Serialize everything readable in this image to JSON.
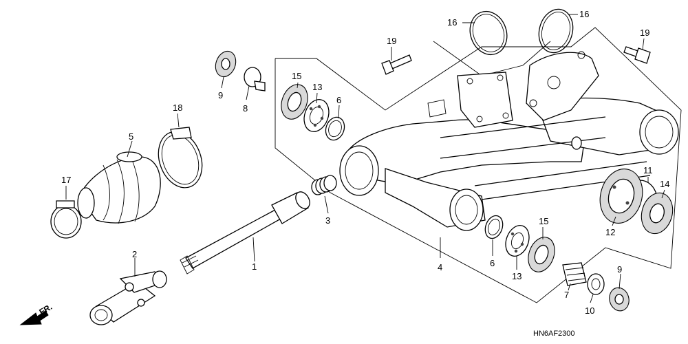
{
  "diagram": {
    "diagram_code": "HN6AF2300",
    "front_indicator": "FR.",
    "parts": [
      {
        "key": "p1",
        "number": "1"
      },
      {
        "key": "p2",
        "number": "2"
      },
      {
        "key": "p3",
        "number": "3"
      },
      {
        "key": "p4",
        "number": "4"
      },
      {
        "key": "p5",
        "number": "5"
      },
      {
        "key": "p6a",
        "number": "6"
      },
      {
        "key": "p6b",
        "number": "6"
      },
      {
        "key": "p7",
        "number": "7"
      },
      {
        "key": "p8",
        "number": "8"
      },
      {
        "key": "p9a",
        "number": "9"
      },
      {
        "key": "p9b",
        "number": "9"
      },
      {
        "key": "p10",
        "number": "10"
      },
      {
        "key": "p11",
        "number": "11"
      },
      {
        "key": "p12",
        "number": "12"
      },
      {
        "key": "p13a",
        "number": "13"
      },
      {
        "key": "p13b",
        "number": "13"
      },
      {
        "key": "p14",
        "number": "14"
      },
      {
        "key": "p15a",
        "number": "15"
      },
      {
        "key": "p15b",
        "number": "15"
      },
      {
        "key": "p16a",
        "number": "16"
      },
      {
        "key": "p16b",
        "number": "16"
      },
      {
        "key": "p17",
        "number": "17"
      },
      {
        "key": "p18",
        "number": "18"
      },
      {
        "key": "p19a",
        "number": "19"
      },
      {
        "key": "p19b",
        "number": "19"
      }
    ]
  }
}
